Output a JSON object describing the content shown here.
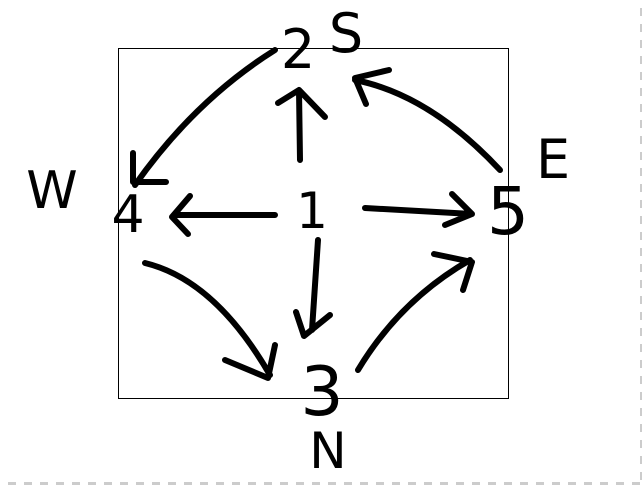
{
  "diagram": {
    "nodes": [
      {
        "id": "1",
        "label": "1"
      },
      {
        "id": "2",
        "label": "2"
      },
      {
        "id": "3",
        "label": "3"
      },
      {
        "id": "4",
        "label": "4"
      },
      {
        "id": "5",
        "label": "5"
      }
    ],
    "directions": {
      "north": "N",
      "south": "S",
      "east": "E",
      "west": "W"
    },
    "edges": [
      {
        "from": "1",
        "to": "2"
      },
      {
        "from": "1",
        "to": "3"
      },
      {
        "from": "1",
        "to": "4"
      },
      {
        "from": "1",
        "to": "5"
      },
      {
        "from": "2",
        "to": "4"
      },
      {
        "from": "5",
        "to": "2"
      },
      {
        "from": "4",
        "to": "3"
      },
      {
        "from": "3",
        "to": "5"
      }
    ],
    "style": {
      "background": "#ffffff",
      "checker": "#cccccc",
      "ink": "#000000"
    }
  }
}
